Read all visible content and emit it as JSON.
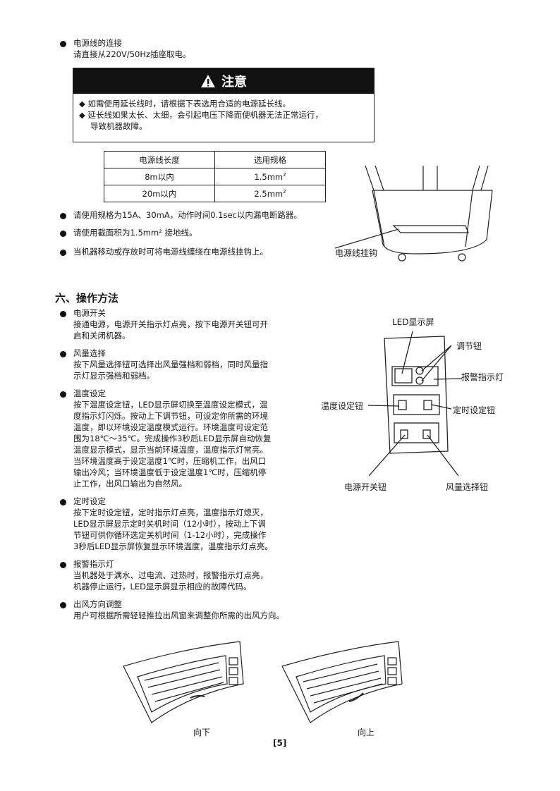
{
  "power_connection": {
    "title": "电源线的连接",
    "text": "请直接从220V/50Hz插座取电。"
  },
  "warning": {
    "title": "注意",
    "items": [
      "如需使用延长线时，请根据下表选用合适的电源延长线。",
      "延长线如果太长、太细，会引起电压下降而使机器无法正常运行，",
      "导致机器故障。"
    ]
  },
  "table": {
    "headers": [
      "电源线长度",
      "选用规格"
    ],
    "rows": [
      [
        "8m以内",
        "1.5mm",
        "2"
      ],
      [
        "20m以内",
        "2.5mm",
        "2"
      ]
    ]
  },
  "bullets": [
    "请使用规格为15A、30mA，动作时间0.1sec以内漏电断路器。",
    "请使用截面积为1.5mm² 接地线。",
    "当机器移动或存放时可将电源线缠绕在电源线挂钩上。"
  ],
  "hook_label": "电源线挂钩",
  "section_title": "六、操作方法",
  "sections": [
    {
      "title": "电源开关",
      "lines": [
        "接通电源，电源开关指示灯点亮，按下电源开关钮可开",
        "启和关闭机器。"
      ]
    },
    {
      "title": "风量选择",
      "lines": [
        "按下风量选择钮可选择出风量强档和弱档，同时风量指",
        "示灯显示强档和弱档。"
      ]
    },
    {
      "title": "温度设定",
      "lines": [
        "按下温度设定钮，LED显示屏切换至温度设定模式，温",
        "度指示灯闪烁。按动上下调节钮，可设定你所需的环境",
        "温度，即以环境设定温度模式运行。环境温度可设定范",
        "围为18℃～35℃。完成操作3秒后LED显示屏自动恢复",
        "温度显示模式，显示当前环境温度，温度指示灯常亮。",
        "当环境温度高于设定温度1℃时，压缩机工作，出风口",
        "输出冷风；当环境温度低于设定温度1℃时，压缩机停",
        "止工作，出风口输出为自然风。"
      ]
    },
    {
      "title": "定时设定",
      "lines": [
        "按下定时设定钮，定时指示灯点亮，温度指示灯熄灭，",
        "LED显示屏显示定时关机时间（12小时），按动上下调",
        "节钮可供你循环选定关机时间（1-12小时），完成操作",
        "3秒后LED显示屏恢复显示环境温度，温度指示灯点亮。"
      ]
    },
    {
      "title": "报警指示灯",
      "lines": [
        "当机器处于满水、过电流、过热时，报警指示灯点亮，",
        "机器停止运行，LED显示屏显示相应的故障代码。"
      ]
    },
    {
      "title": "出风方向调整",
      "lines": [
        "用户可根据所需轻轻推拉出风窗来调整你所需的出风方向。"
      ]
    }
  ],
  "panel_labels": {
    "led": "LED显示屏",
    "adjust": "调节钮",
    "alarm": "报警指示灯",
    "temp": "温度设定钮",
    "timer": "定时设定钮",
    "power": "电源开关钮",
    "fan": "风量选择钮"
  },
  "vent_labels": [
    "向下",
    "向上"
  ],
  "page_number": "[5]"
}
